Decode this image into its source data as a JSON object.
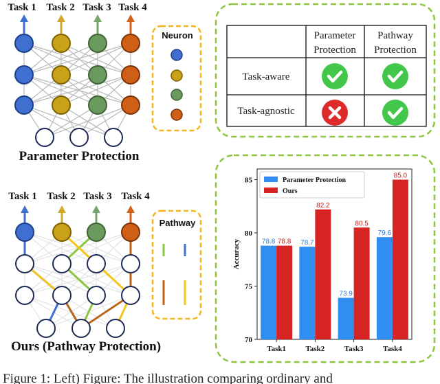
{
  "colors": {
    "blue": "#3f6fd0",
    "yellow": "#c9a21a",
    "green": "#6a9a5e",
    "orange": "#cf5f16",
    "dash_orange": "#f5b51c",
    "dash_green": "#8cc63f",
    "check": "#43c74a",
    "cross": "#dd2a2a",
    "bar_param": "#2f8ef0",
    "bar_ours": "#d62424"
  },
  "top_left": {
    "task_labels": [
      "Task 1",
      "Task 2",
      "Task 3",
      "Task 4"
    ],
    "caption": "Parameter Protection",
    "legend_title": "Neuron"
  },
  "bottom_left": {
    "task_labels": [
      "Task 1",
      "Task 2",
      "Task 3",
      "Task 4"
    ],
    "caption": "Ours (Pathway Protection)",
    "legend_title": "Pathway"
  },
  "table": {
    "col1": [
      "Parameter",
      "Protection"
    ],
    "col2": [
      "Pathway",
      "Protection"
    ],
    "rows": [
      {
        "label": "Task-aware",
        "c1": "check-icon",
        "c2": "check-icon"
      },
      {
        "label": "Task-agnostic",
        "c1": "cross-icon",
        "c2": "check-icon"
      }
    ]
  },
  "chart_data": {
    "type": "bar",
    "categories": [
      "Task1",
      "Task2",
      "Task3",
      "Task4"
    ],
    "series": [
      {
        "name": "Parameter Protection",
        "values": [
          78.8,
          78.7,
          73.9,
          79.6
        ]
      },
      {
        "name": "Ours",
        "values": [
          78.8,
          82.2,
          80.5,
          85.0
        ]
      }
    ],
    "value_labels": [
      [
        "78.8",
        "78.7",
        "73.9",
        "79.6"
      ],
      [
        "78.8",
        "82.2",
        "80.5",
        "85.0"
      ]
    ],
    "ylabel": "Accuracy",
    "xlabel": "",
    "ylim": [
      70,
      86
    ],
    "yticks": [
      "70",
      "75",
      "80",
      "85"
    ],
    "legend_position": "top-left",
    "grid": false
  },
  "footer_text": "Figure 1: Left) Figure: The illustration comparing ordinary and"
}
